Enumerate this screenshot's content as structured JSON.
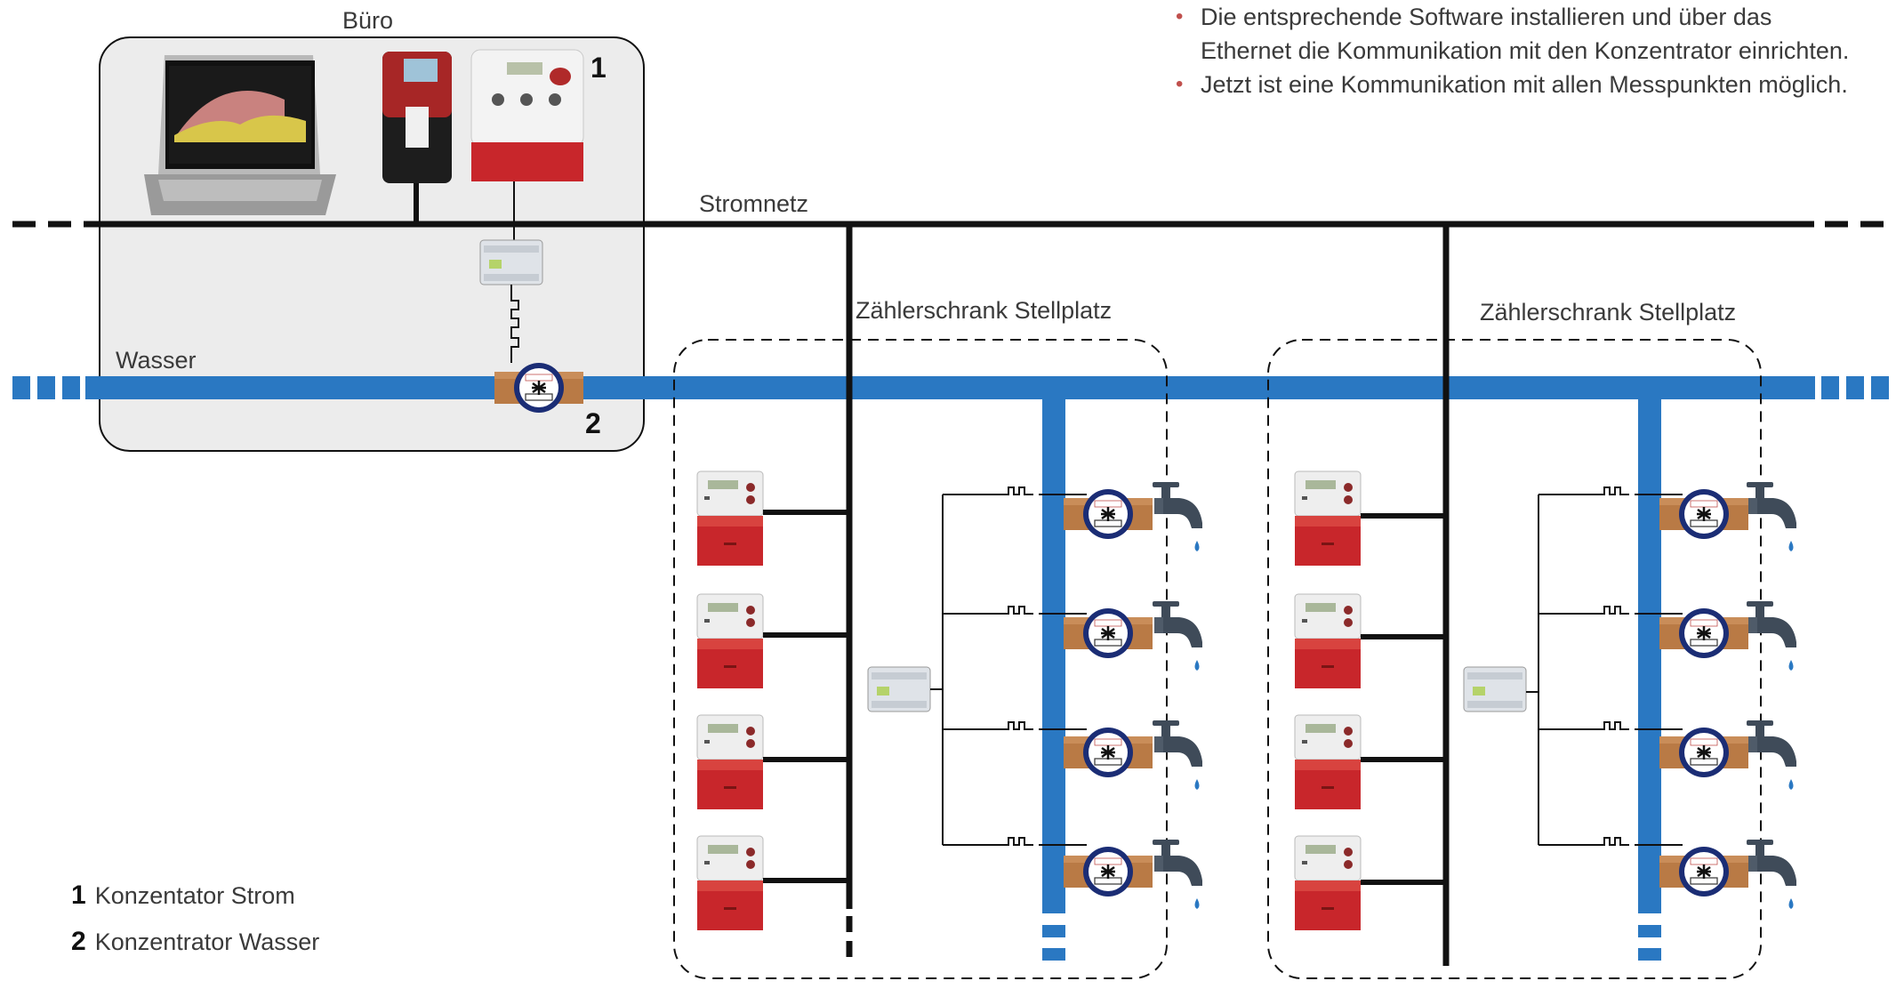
{
  "bullets": [
    "Die entsprechende Software installieren und über das Ethernet die Kommunikation mit den Konzentrator einrichten.",
    "Jetzt ist eine Kommunikation mit allen Messpunkten möglich."
  ],
  "labels": {
    "office": "Büro",
    "power_grid": "Stromnetz",
    "water": "Wasser",
    "cabinet_left": "Zählerschrank Stellplatz",
    "cabinet_right": "Zählerschrank Stellplatz"
  },
  "markers": {
    "one": "1",
    "two": "2"
  },
  "legend": [
    {
      "num": "1",
      "text": "Konzentator Strom"
    },
    {
      "num": "2",
      "text": "Konzentrator Wasser"
    }
  ],
  "colors": {
    "power_line": "#111111",
    "water_pipe": "#2a78c2",
    "meter_red": "#c8262b",
    "office_bg": "#ececec",
    "bullet": "#c0504d"
  }
}
